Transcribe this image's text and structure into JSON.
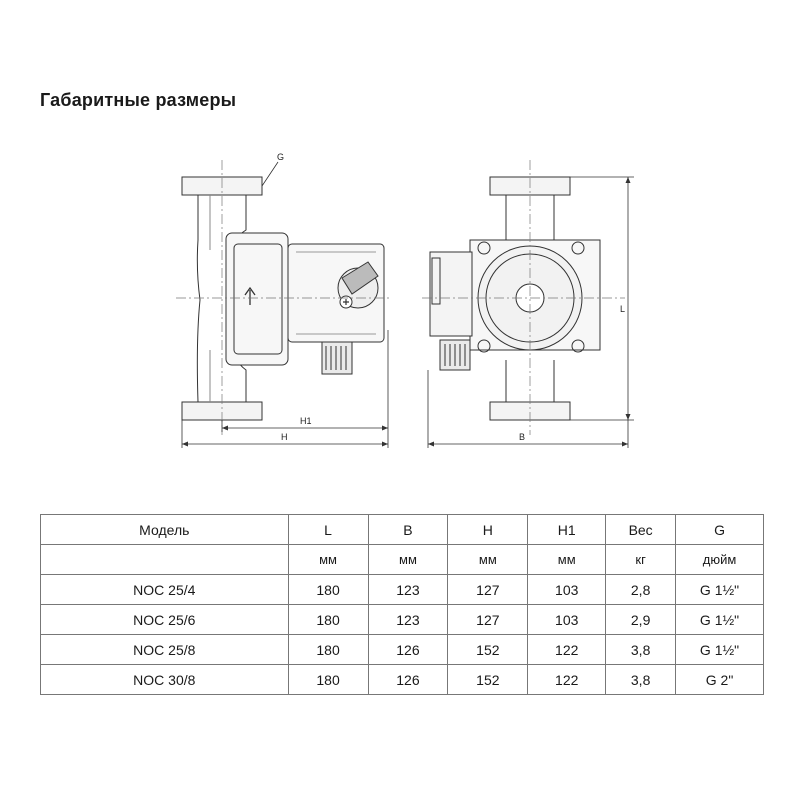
{
  "title": "Габаритные размеры",
  "drawing": {
    "labels": {
      "g": "G",
      "h1": "H1",
      "h": "H",
      "b": "B",
      "l": "L"
    }
  },
  "table": {
    "headers": [
      "Модель",
      "L",
      "B",
      "H",
      "H1",
      "Вес",
      "G"
    ],
    "units": [
      "",
      "мм",
      "мм",
      "мм",
      "мм",
      "кг",
      "дюйм"
    ],
    "rows": [
      {
        "model": "NOC 25/4",
        "l": "180",
        "b": "123",
        "h": "127",
        "h1": "103",
        "weight": "2,8",
        "g": "G 1½\""
      },
      {
        "model": "NOC 25/6",
        "l": "180",
        "b": "123",
        "h": "127",
        "h1": "103",
        "weight": "2,9",
        "g": "G 1½\""
      },
      {
        "model": "NOC 25/8",
        "l": "180",
        "b": "126",
        "h": "152",
        "h1": "122",
        "weight": "3,8",
        "g": "G 1½\""
      },
      {
        "model": "NOC 30/8",
        "l": "180",
        "b": "126",
        "h": "152",
        "h1": "122",
        "weight": "3,8",
        "g": "G 2\""
      }
    ]
  }
}
